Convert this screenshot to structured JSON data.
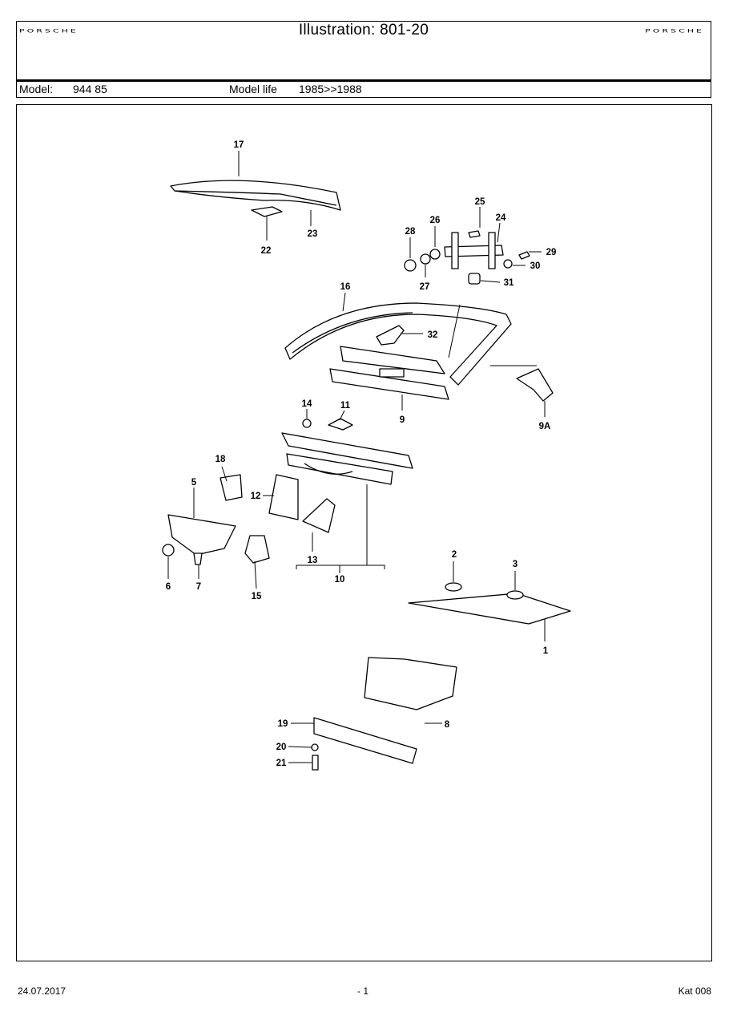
{
  "header": {
    "brand_left": "PORSCHE",
    "brand_right": "PORSCHE",
    "title": "Illustration: 801-20",
    "model_label": "Model:",
    "model_value": "944 85",
    "model_life_label": "Model life",
    "model_life_value": "1985>>1988"
  },
  "callouts": [
    "17",
    "23",
    "22",
    "25",
    "24",
    "26",
    "28",
    "29",
    "30",
    "27",
    "31",
    "16",
    "32",
    "9",
    "9A",
    "14",
    "11",
    "18",
    "5",
    "12",
    "13",
    "10",
    "6",
    "7",
    "15",
    "2",
    "3",
    "1",
    "19",
    "8",
    "20",
    "21"
  ],
  "footer": {
    "date": "24.07.2017",
    "page": "- 1",
    "catalog": "Kat 008"
  }
}
